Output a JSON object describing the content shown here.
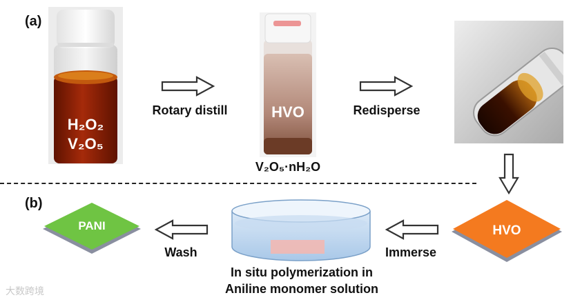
{
  "panels": {
    "a_label": "(a)",
    "b_label": "(b)"
  },
  "vial1": {
    "line1": "H₂O₂",
    "line2": "V₂O₅"
  },
  "vial2": {
    "label": "HVO",
    "formula": "V₂O₅·nH₂O"
  },
  "steps": {
    "rotary": "Rotary distill",
    "redisperse": "Redisperse",
    "immerse": "Immerse",
    "wash": "Wash"
  },
  "tiles": {
    "hvo": "HVO",
    "pani": "PANI"
  },
  "caption": {
    "line1": "In situ polymerization in",
    "line2": "Aniline monomer solution"
  },
  "watermark": "大数跨境",
  "colors": {
    "hvo_tile": "#f47a1f",
    "pani_tile": "#6fc443",
    "tile_edge": "#8a8fa0",
    "solution": "#8a1d05",
    "arrow_stroke": "#333333"
  },
  "icons": [
    "outline-arrow-right-icon",
    "outline-arrow-down-icon",
    "outline-arrow-left-icon"
  ]
}
